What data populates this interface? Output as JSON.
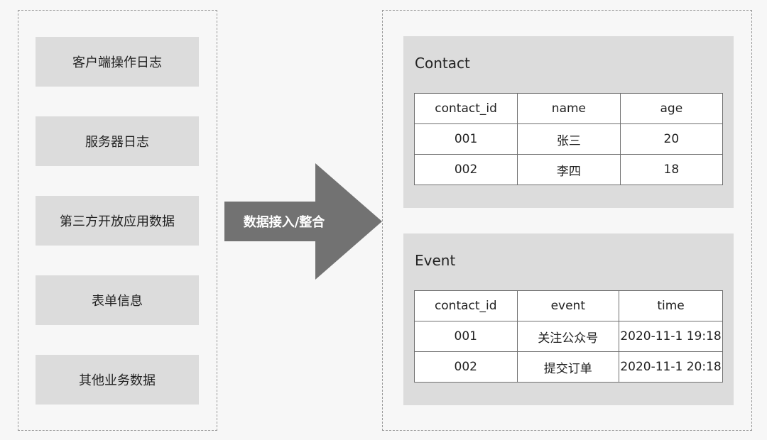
{
  "sources": [
    {
      "label": "客户端操作日志"
    },
    {
      "label": "服务器日志"
    },
    {
      "label": "第三方开放应用数据"
    },
    {
      "label": "表单信息"
    },
    {
      "label": "其他业务数据"
    }
  ],
  "arrow": {
    "label": "数据接入/整合",
    "color": "#727272"
  },
  "contact": {
    "title": "Contact",
    "headers": [
      "contact_id",
      "name",
      "age"
    ],
    "rows": [
      [
        "001",
        "张三",
        "20"
      ],
      [
        "002",
        "李四",
        "18"
      ]
    ]
  },
  "event": {
    "title": "Event",
    "headers": [
      "contact_id",
      "event",
      "time"
    ],
    "rows": [
      [
        "001",
        "关注公众号",
        "2020-11-1 19:18"
      ],
      [
        "002",
        "提交订单",
        "2020-11-1 20:18"
      ]
    ]
  },
  "colors": {
    "box_fill": "#dcdcdc",
    "background": "#f7f7f7",
    "table_border": "#6f6f6f"
  }
}
